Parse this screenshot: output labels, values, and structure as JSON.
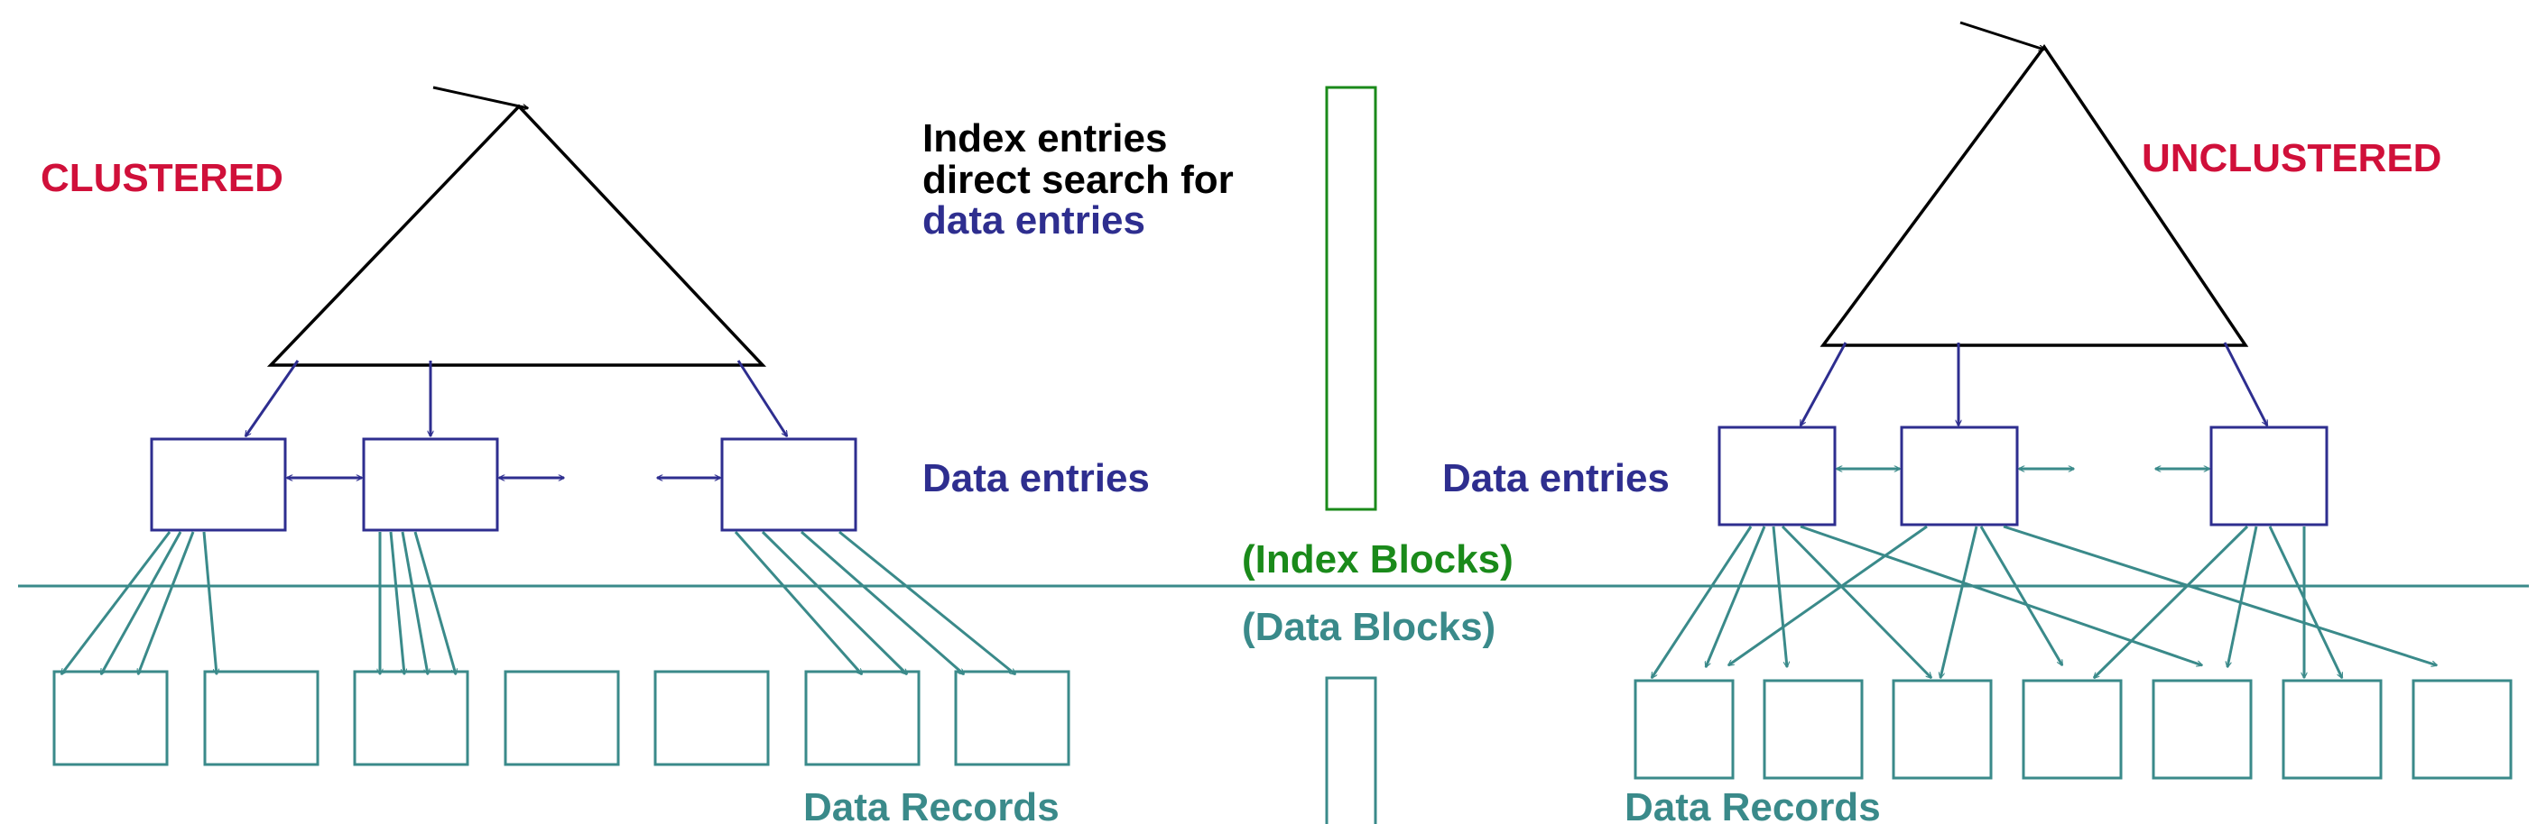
{
  "labels": {
    "clustered": "CLUSTERED",
    "unclustered": "UNCLUSTERED",
    "index_line1": "Index entries",
    "index_line2": "direct search for",
    "index_line3": "data entries",
    "data_entries_left": "Data entries",
    "data_entries_right": "Data entries",
    "index_blocks": "(Index Blocks)",
    "data_blocks": "(Data Blocks)",
    "data_records_left": "Data Records",
    "data_records_right": "Data Records"
  },
  "colors": {
    "red": "#d0103a",
    "navy": "#2e2e8f",
    "teal": "#3a8a8a",
    "green": "#1a8a1a",
    "black": "#000000"
  }
}
